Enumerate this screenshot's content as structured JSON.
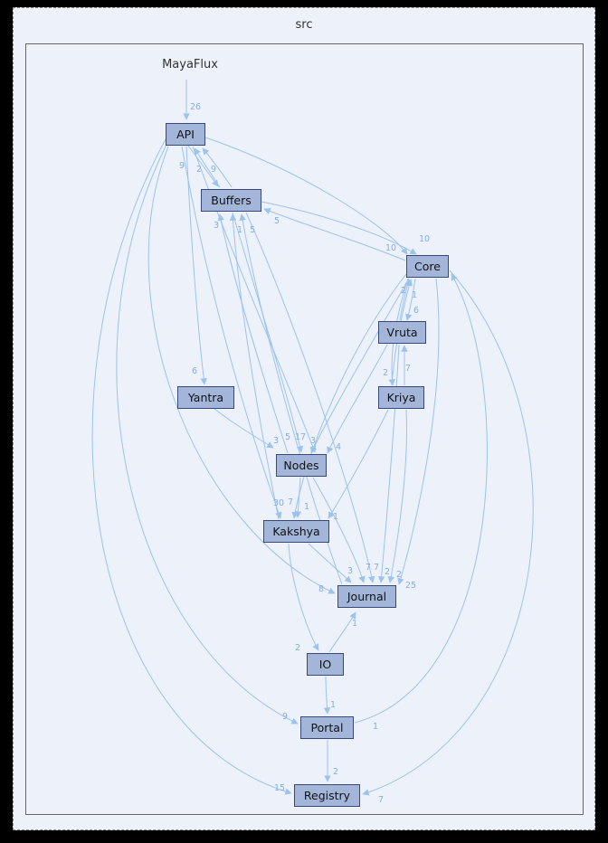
{
  "window": {
    "outer_label": "src",
    "inner_label": "MayaFlux"
  },
  "colors": {
    "panel_background": "#edf1f9",
    "edge": "#9cc3ee",
    "edge_label": "#84aee4",
    "node_fill": "#a3b6da",
    "node_border": "#39487a"
  },
  "nodes": [
    {
      "id": "api",
      "label": "API"
    },
    {
      "id": "buffers",
      "label": "Buffers"
    },
    {
      "id": "core",
      "label": "Core"
    },
    {
      "id": "vruta",
      "label": "Vruta"
    },
    {
      "id": "kriya",
      "label": "Kriya"
    },
    {
      "id": "yantra",
      "label": "Yantra"
    },
    {
      "id": "nodes",
      "label": "Nodes"
    },
    {
      "id": "kakshya",
      "label": "Kakshya"
    },
    {
      "id": "journal",
      "label": "Journal"
    },
    {
      "id": "io",
      "label": "IO"
    },
    {
      "id": "portal",
      "label": "Portal"
    },
    {
      "id": "registry",
      "label": "Registry"
    }
  ],
  "edges": [
    {
      "from": "MayaFlux",
      "to": "API",
      "label": "26"
    },
    {
      "from": "API",
      "to": "Buffers",
      "label": "9"
    },
    {
      "from": "Buffers",
      "to": "API",
      "label": "2"
    },
    {
      "from": "Buffers",
      "to": "API",
      "label": "9"
    },
    {
      "from": "API",
      "to": "Core",
      "label": "10"
    },
    {
      "from": "Buffers",
      "to": "Core",
      "label": "10"
    },
    {
      "from": "Core",
      "to": "Buffers",
      "label": "5"
    },
    {
      "from": "Nodes",
      "to": "Buffers",
      "label": "3"
    },
    {
      "from": "Kakshya",
      "to": "Buffers",
      "label": "1"
    },
    {
      "from": "Journal",
      "to": "Buffers",
      "label": "5"
    },
    {
      "from": "Core",
      "to": "Vruta",
      "label": "6"
    },
    {
      "from": "Vruta",
      "to": "Core",
      "label": "2"
    },
    {
      "from": "Kriya",
      "to": "Core",
      "label": "1"
    },
    {
      "from": "Kriya",
      "to": "Vruta",
      "label": "7"
    },
    {
      "from": "Core",
      "to": "Kriya",
      "label": "2"
    },
    {
      "from": "API",
      "to": "Yantra",
      "label": "6"
    },
    {
      "from": "API",
      "to": "Nodes",
      "label": "3"
    },
    {
      "from": "Buffers",
      "to": "Nodes",
      "label": "5"
    },
    {
      "from": "Core",
      "to": "Nodes",
      "label": "17"
    },
    {
      "from": "Yantra",
      "to": "Nodes",
      "label": "3"
    },
    {
      "from": "Vruta",
      "to": "Nodes",
      "label": "4"
    },
    {
      "from": "API",
      "to": "Kakshya",
      "label": "30"
    },
    {
      "from": "Core",
      "to": "Kakshya",
      "label": "7"
    },
    {
      "from": "Nodes",
      "to": "Kakshya",
      "label": "1"
    },
    {
      "from": "Kriya",
      "to": "Kakshya",
      "label": "1"
    },
    {
      "from": "Kakshya",
      "to": "Journal",
      "label": "3"
    },
    {
      "from": "Nodes",
      "to": "Journal",
      "label": "7"
    },
    {
      "from": "Buffers",
      "to": "Journal",
      "label": "7"
    },
    {
      "from": "Vruta",
      "to": "Journal",
      "label": "2"
    },
    {
      "from": "Kriya",
      "to": "Journal",
      "label": "2"
    },
    {
      "from": "Core",
      "to": "Journal",
      "label": "25"
    },
    {
      "from": "API",
      "to": "Journal",
      "label": "8"
    },
    {
      "from": "IO",
      "to": "Journal",
      "label": "1"
    },
    {
      "from": "Kakshya",
      "to": "IO",
      "label": "2"
    },
    {
      "from": "IO",
      "to": "Portal",
      "label": "1"
    },
    {
      "from": "API",
      "to": "Portal",
      "label": "9"
    },
    {
      "from": "Portal",
      "to": "Core",
      "label": "1"
    },
    {
      "from": "Portal",
      "to": "Registry",
      "label": "2"
    },
    {
      "from": "API",
      "to": "Registry",
      "label": "15"
    },
    {
      "from": "Core",
      "to": "Registry",
      "label": "7"
    }
  ]
}
